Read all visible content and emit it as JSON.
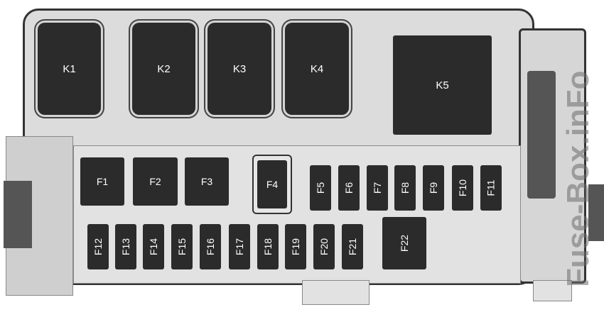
{
  "relays": [
    "K1",
    "K2",
    "K3",
    "K4",
    "K5"
  ],
  "fuses": [
    "F1",
    "F2",
    "F3",
    "F4",
    "F5",
    "F6",
    "F7",
    "F8",
    "F9",
    "F10",
    "F11",
    "F12",
    "F13",
    "F14",
    "F15",
    "F16",
    "F17",
    "F18",
    "F19",
    "F20",
    "F21",
    "F22"
  ],
  "watermark": "Fuse-Box.inFo",
  "colors": {
    "component": "#2b2b2b",
    "housing": "#dcdcdc",
    "outline": "#333333"
  }
}
